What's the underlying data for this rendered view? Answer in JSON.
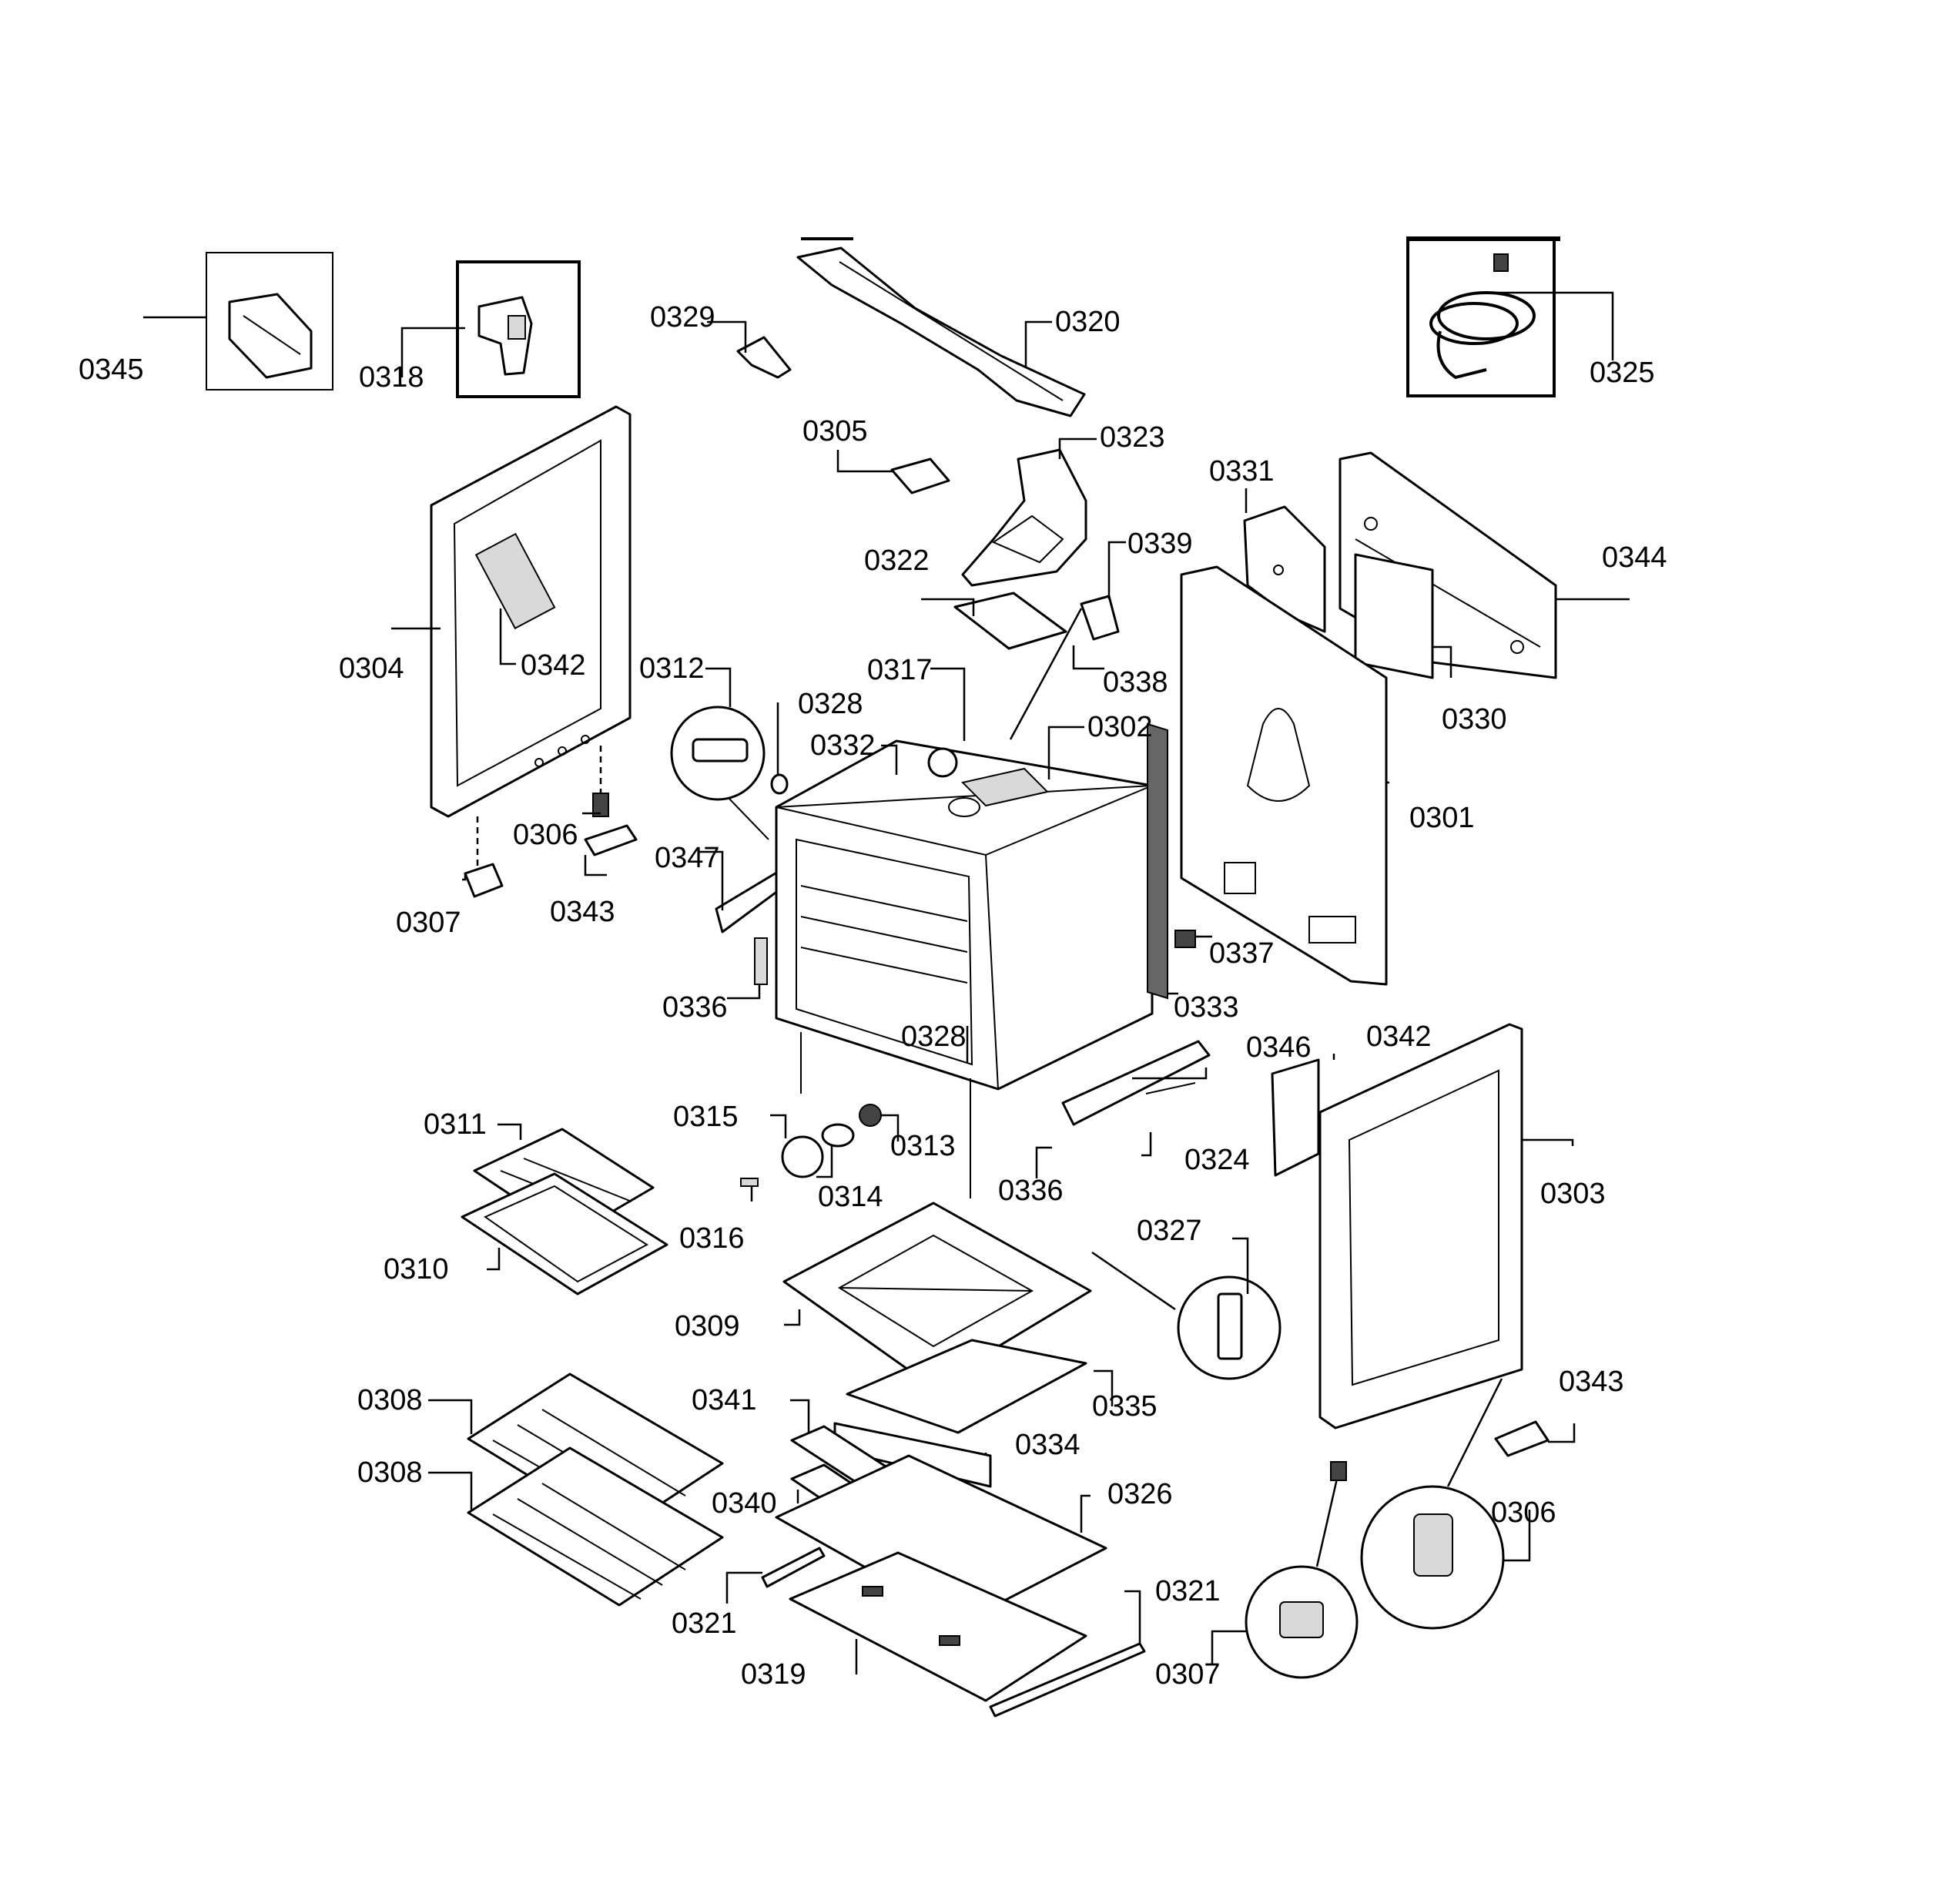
{
  "diagram": {
    "labels": [
      "0345",
      "0318",
      "0329",
      "0320",
      "0325",
      "0305",
      "0323",
      "0331",
      "0344",
      "0322",
      "0339",
      "0304",
      "0342",
      "0312",
      "0317",
      "0338",
      "0328",
      "0332",
      "0302",
      "0330",
      "0301",
      "0306",
      "0347",
      "0343",
      "0307",
      "0337",
      "0336",
      "0333",
      "0328",
      "0346",
      "0342",
      "0315",
      "0313",
      "0311",
      "0314",
      "0336",
      "0324",
      "0303",
      "0316",
      "0327",
      "0310",
      "0309",
      "0335",
      "0308",
      "0341",
      "0334",
      "0343",
      "0308",
      "0340",
      "0326",
      "0306",
      "0321",
      "0321",
      "0319",
      "0307"
    ]
  }
}
